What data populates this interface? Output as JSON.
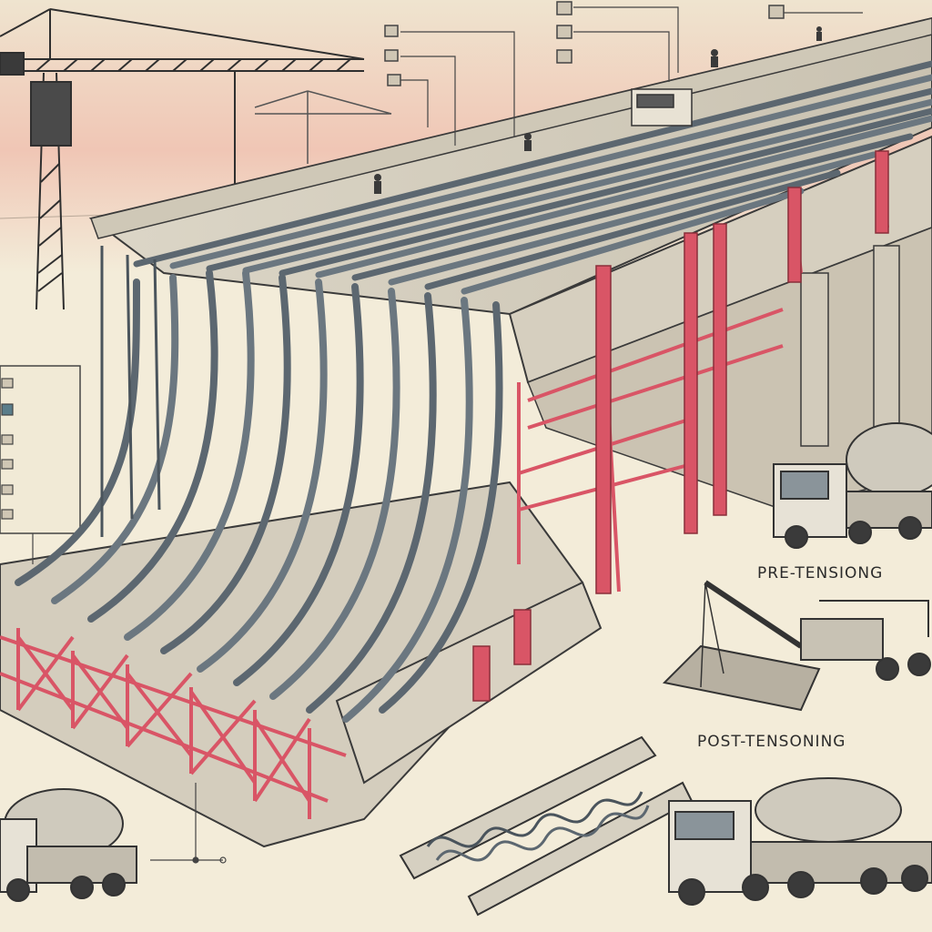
{
  "labels": {
    "pre_tensioning": "PRE-TENSIONG",
    "post_tensioning": "POST-TENSONING"
  },
  "scale_ref": {
    "width": 1024,
    "height": 1024
  },
  "colors": {
    "paper": "#f3ecd9",
    "sky_glow": "#f1c2b0",
    "concrete": "#d9d3c4",
    "concrete_shadow": "#b9b2a2",
    "steel_frame": "#d95566",
    "tendon": "#6b7780",
    "ink": "#3a3a3a"
  }
}
